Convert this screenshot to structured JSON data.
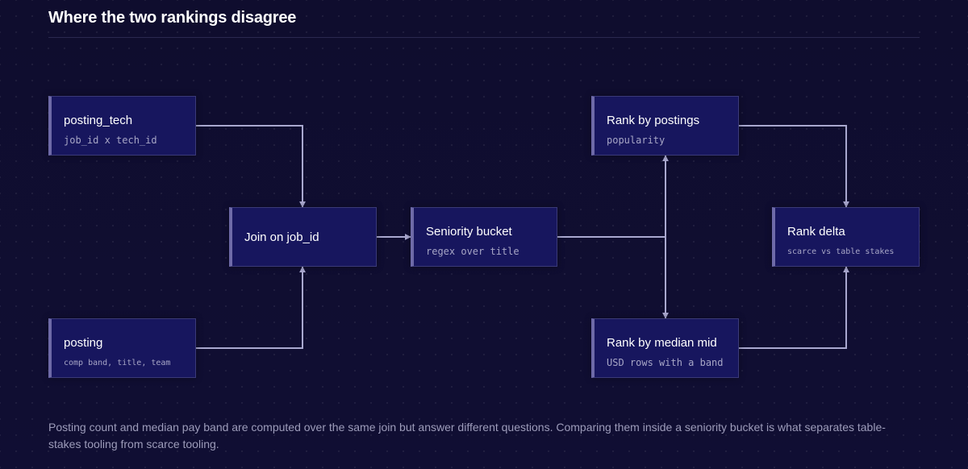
{
  "title": "Where the two rankings disagree",
  "nodes": {
    "posting_tech": {
      "label": "posting_tech",
      "sub": "job_id x tech_id"
    },
    "posting": {
      "label": "posting",
      "sub": "comp band, title, team"
    },
    "join": {
      "label": "Join on job_id"
    },
    "seniority": {
      "label": "Seniority bucket",
      "sub": "regex over title"
    },
    "rank_postings": {
      "label": "Rank by postings",
      "sub": "popularity"
    },
    "rank_median": {
      "label": "Rank by median mid",
      "sub": "USD rows with a band"
    },
    "rank_delta": {
      "label": "Rank delta",
      "sub": "scarce vs table stakes"
    }
  },
  "edges": [
    {
      "from": "posting_tech",
      "to": "join"
    },
    {
      "from": "posting",
      "to": "join"
    },
    {
      "from": "join",
      "to": "seniority"
    },
    {
      "from": "seniority",
      "to": "rank_postings"
    },
    {
      "from": "seniority",
      "to": "rank_median"
    },
    {
      "from": "rank_postings",
      "to": "rank_delta"
    },
    {
      "from": "rank_median",
      "to": "rank_delta"
    }
  ],
  "caption": "Posting count and median pay band are computed over the same join but answer different questions. Comparing them inside a seniority bucket is what separates table-stakes tooling from scarce tooling.",
  "colors": {
    "background": "#0f0d2e",
    "node_fill": "#17165e",
    "node_border": "#3b3a78",
    "node_accent": "#6e6aa8",
    "edge": "#a9a8cf"
  }
}
